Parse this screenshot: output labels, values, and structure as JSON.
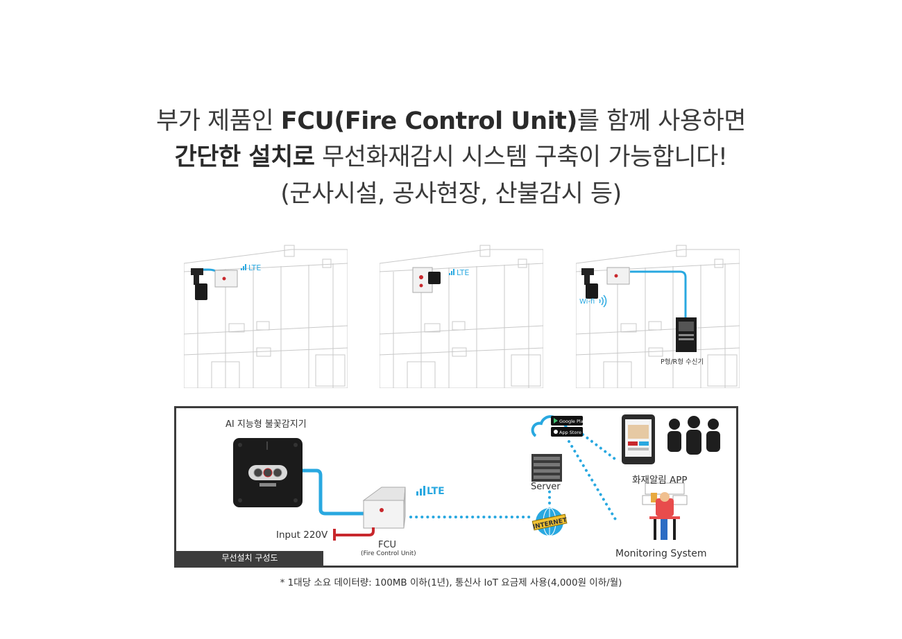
{
  "headline": {
    "line1_pre": "부가 제품인 ",
    "line1_bold": "FCU(Fire Control Unit)",
    "line1_post": "를 함께 사용하면",
    "line2_bold": "간단한 설치로",
    "line2_post": " 무선화재감시 시스템 구축이 가능합니다!",
    "line3": "(군사시설, 공사현장, 산불감시 등)"
  },
  "scenes": [
    {
      "signal_label": "LTE"
    },
    {
      "signal_label": "LTE"
    },
    {
      "wifi_label": "Wi-fi",
      "receiver_label": "P형/R형 수신기"
    }
  ],
  "diagram": {
    "detector_title": "AI 지능형 불꽃감지기",
    "input_label": "Input 220V",
    "fcu_label": "FCU",
    "fcu_sublabel": "(Fire Control Unit)",
    "lte_label": "LTE",
    "internet_label": "INTERNET",
    "server_label": "Server",
    "google_play_label": "Google Play",
    "app_store_label": "App Store",
    "app_label": "화재알림 APP",
    "monitoring_label": "Monitoring System",
    "tag_label": "무선설치 구성도"
  },
  "footnote": "* 1대당 소요 데이터량: 100MB 이하(1년), 통신사 IoT 요금제 사용(4,000원 이하/월)",
  "colors": {
    "cable": "#29a8e0",
    "power": "#c8282d",
    "frame": "#3c3c3c"
  }
}
